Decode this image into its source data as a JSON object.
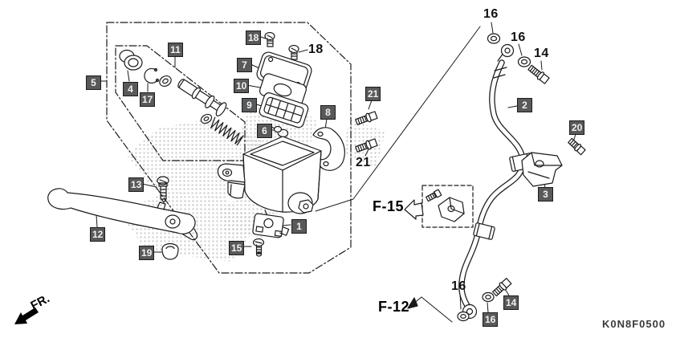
{
  "diagram_code": "K0N8F0500",
  "fr_indicator": "FR.",
  "section_refs": [
    {
      "text": "F-15"
    },
    {
      "text": "F-12"
    }
  ],
  "boxed_labels": [
    {
      "text": "5"
    },
    {
      "text": "11"
    },
    {
      "text": "4"
    },
    {
      "text": "17"
    },
    {
      "text": "18"
    },
    {
      "text": "7"
    },
    {
      "text": "10"
    },
    {
      "text": "9"
    },
    {
      "text": "6"
    },
    {
      "text": "8"
    },
    {
      "text": "21"
    },
    {
      "text": "2"
    },
    {
      "text": "20"
    },
    {
      "text": "3"
    },
    {
      "text": "1"
    },
    {
      "text": "15"
    },
    {
      "text": "12"
    },
    {
      "text": "13"
    },
    {
      "text": "19"
    },
    {
      "text": "14"
    },
    {
      "text": "16"
    }
  ],
  "plain_labels": [
    {
      "text": "18"
    },
    {
      "text": "21"
    },
    {
      "text": "16"
    },
    {
      "text": "16"
    },
    {
      "text": "14"
    },
    {
      "text": "16"
    }
  ],
  "colors": {
    "line": "#1a1a1a",
    "label_bg": "#58595b",
    "label_text": "#f2f2f2"
  }
}
